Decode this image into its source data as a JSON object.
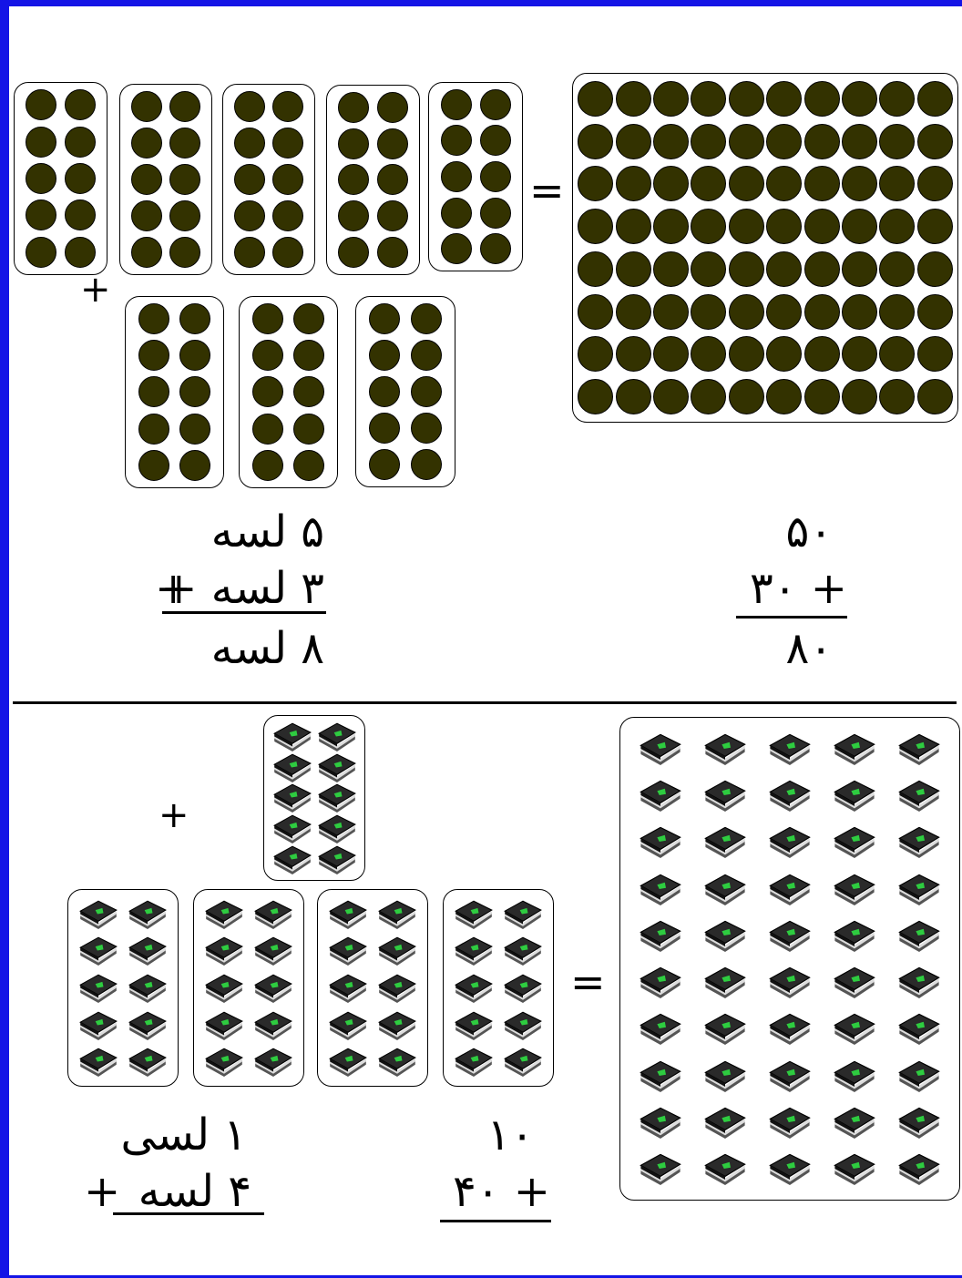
{
  "top_section": {
    "left_sum": {
      "plus_sign": "+",
      "row_top_count": 5,
      "row_bottom_count": 3,
      "line1": "۵ لسه",
      "line2_plus": "+",
      "line2": "۳ لسه +",
      "line3": "۸ لسه"
    },
    "equals_sign": "=",
    "right_sum": {
      "line1": "۵۰",
      "line2": "+ ۳۰",
      "line3": "۸۰"
    },
    "dots_per_card": 10,
    "big_grid_rows": 8,
    "big_grid_cols": 10
  },
  "bottom_section": {
    "plus_sign": "+",
    "equals_sign": "=",
    "left_sum": {
      "line1": "۱ لسی",
      "line2": "۴ لسه",
      "line2_plus": "+"
    },
    "right_sum": {
      "line1": "۱۰",
      "line2": "+ ۴۰"
    },
    "books_per_card": 10,
    "big_grid_rows": 10,
    "big_grid_cols": 5
  },
  "colors": {
    "frame": "#1414e6",
    "dot_fill": "#333200",
    "book_fill": "#2a2a2a",
    "book_accent": "#2ecc40"
  }
}
